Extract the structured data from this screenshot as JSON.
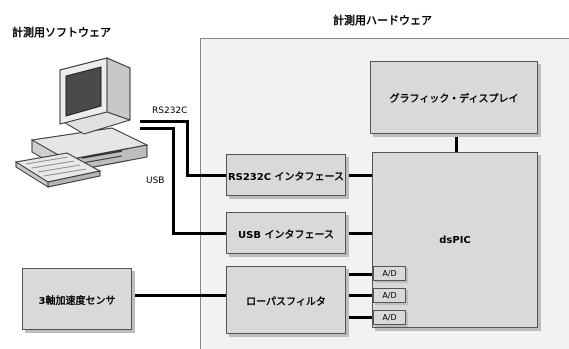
{
  "titles": {
    "software": "計測用ソフトウェア",
    "hardware": "計測用ハードウェア"
  },
  "labels": {
    "rs232c_line": "RS232C",
    "usb_line": "USB"
  },
  "blocks": {
    "graphic_display": "グラフィック・ディスプレイ",
    "rs232c_interface": "RS232C インタフェース",
    "usb_interface": "USB インタフェース",
    "lowpass_filter": "ローパスフィルタ",
    "dspic": "dsPIC",
    "sensor": "3軸加速度センサ"
  },
  "ad_blocks": [
    "A/D",
    "A/D",
    "A/D"
  ]
}
